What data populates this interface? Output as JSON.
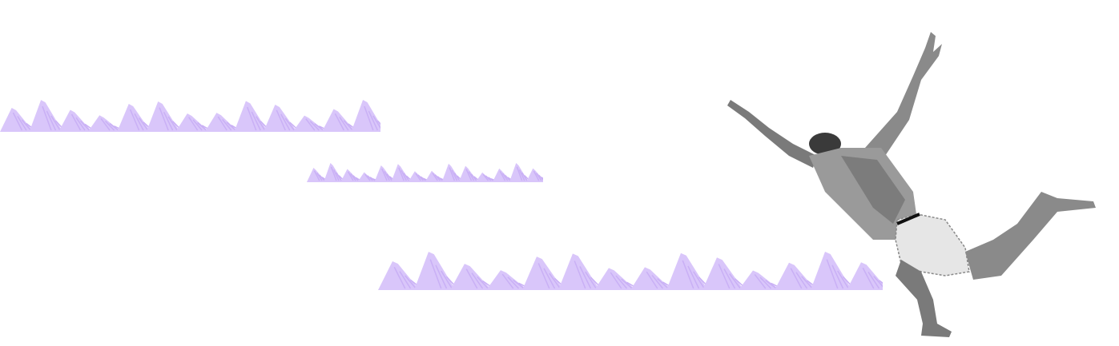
{
  "colors": {
    "wave": "#d9c6fa",
    "wave_dark": "#c9b0f5",
    "skin": "#8a8a8a",
    "skin_dark": "#5a5a5a",
    "shorts": "#e6e6e6"
  },
  "illustration": {
    "waves": [
      {
        "peaks": 13
      },
      {
        "peaks": 14
      },
      {
        "peaks": 14
      }
    ],
    "figure": "diving-man"
  }
}
